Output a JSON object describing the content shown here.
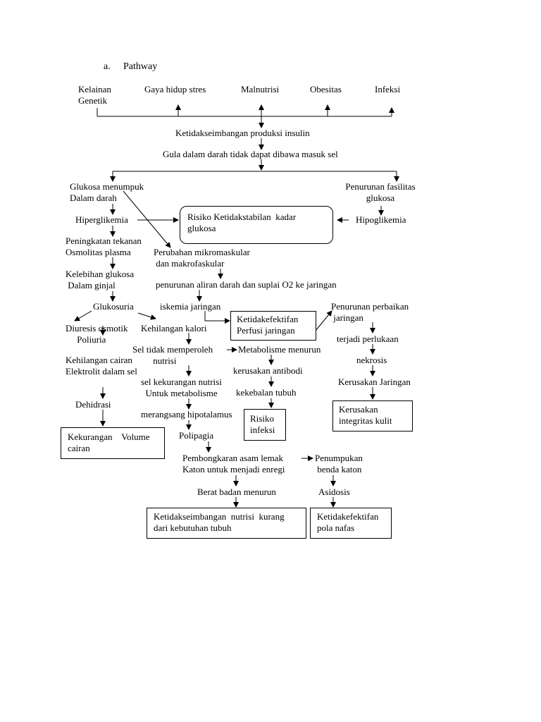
{
  "heading": {
    "marker": "a.",
    "title": "Pathway"
  },
  "causes": {
    "kelainan_genetik": "Kelainan\nGenetik",
    "gaya_hidup": "Gaya hidup stres",
    "malnutrisi": "Malnutrisi",
    "obesitas": "Obesitas",
    "infeksi": "Infeksi"
  },
  "flow": {
    "ketidakseimbangan_insulin": "Ketidakseimbangan produksi insulin",
    "gula_tidak_masuk": "Gula dalam darah tidak dapat dibawa masuk sel",
    "glukosa_menumpuk": "Glukosa menumpuk\nDalam darah",
    "penurunan_fasilitas": "Penurunan fasilitas\nglukosa",
    "hiperglikemia": "Hiperglikemia",
    "hipoglikemia": "Hipoglikemia",
    "peningkatan_tekanan": "Peningkatan tekanan\nOsmolitas plasma",
    "perubahan_mikro": "Perubahan mikromaskular\n dan makrofaskular",
    "kelebihan_glukosa": "Kelebihan glukosa\n Dalam ginjal",
    "penurunan_aliran": "penurunan aliran darah dan suplai O2 ke jaringan",
    "glukosuria": "Glukosuria",
    "iskemia": "iskemia jaringan",
    "penurunan_perbaikan": "Penurunan perbaikan\n jaringan",
    "diuresis": "Diuresis osmotik\n     Poliuria",
    "kehilangan_kalori": "Kehilangan kalori",
    "terjadi_perlukaan": "terjadi perlukaan",
    "sel_tidak_memperoleh": "Sel tidak memperoleh\n         nutrisi",
    "metabolisme_menurun": "Metabolisme menurun",
    "kehilangan_cairan": "Kehilangan cairan\nElektrolit dalam sel",
    "nekrosis": "nekrosis",
    "kerusakan_antibodi": "kerusakan antibodi",
    "sel_kekurangan": "sel kekurangan nutrisi\n  Untuk metabolisme",
    "kekebalan_tubuh": "kekebalan tubuh",
    "kerusakan_jaringan": "Kerusakan Jaringan",
    "dehidrasi": "Dehidrasi",
    "merangsang": "merangsang hipotalamus",
    "polipagia": "Polipagia",
    "pembongkaran": "Pembongkaran asam lemak\nKaton untuk menjadi enregi",
    "penumpukan_katon": "Penumpukan\n benda katon",
    "berat_badan": "Berat badan menurun",
    "asidosis": "Asidosis"
  },
  "diagnoses": {
    "risiko_ketidakstabilan": "Risiko Ketidakstabilan  kadar\nglukosa",
    "ketidakefektifan_perfusi": "Ketidakefektifan\nPerfusi jaringan",
    "risiko_infeksi": "Risiko\ninfeksi",
    "kerusakan_integritas": "Kerusakan\nintegritas kulit",
    "kekurangan_volume": "Kekurangan    Volume\ncairan",
    "ketidakseimbangan_nutrisi": "Ketidakseimbangan  nutrisi  kurang\ndari kebutuhan tubuh",
    "ketidakefektifan_nafas": "Ketidakefektifan\npola nafas"
  }
}
